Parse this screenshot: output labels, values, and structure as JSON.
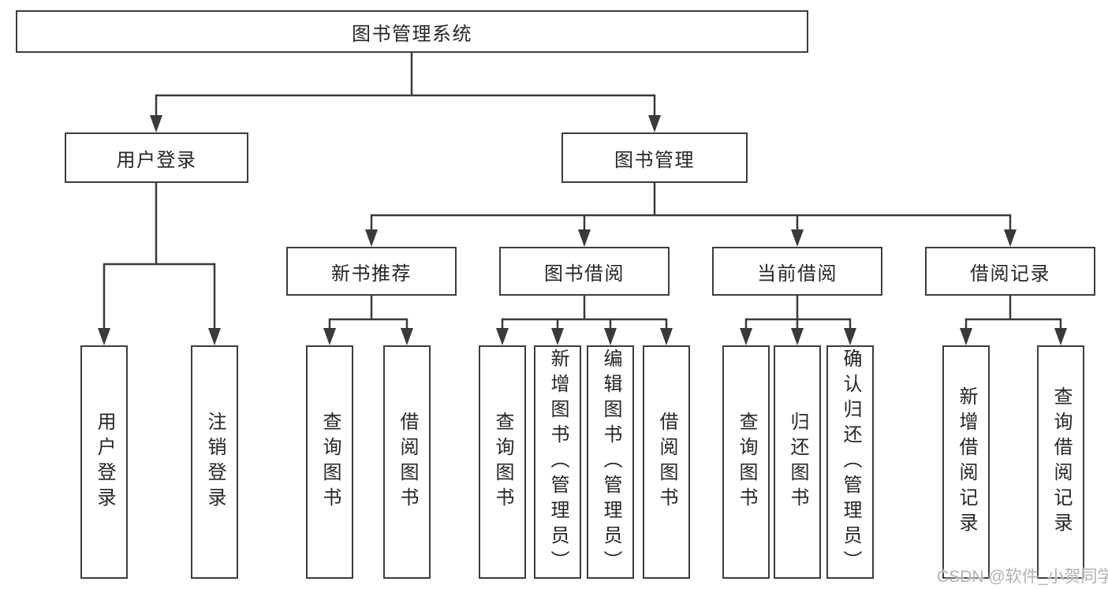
{
  "tree": {
    "root": {
      "label": "图书管理系统"
    },
    "user_login": {
      "label": "用户登录",
      "children": [
        {
          "label": "用户登录"
        },
        {
          "label": "注销登录"
        }
      ]
    },
    "book_mgmt": {
      "label": "图书管理",
      "sections": [
        {
          "label": "新书推荐",
          "children": [
            {
              "label": "查询图书"
            },
            {
              "label": "借阅图书"
            }
          ]
        },
        {
          "label": "图书借阅",
          "children": [
            {
              "label": "查询图书"
            },
            {
              "label": "新增图书（管理员）"
            },
            {
              "label": "编辑图书（管理员）"
            },
            {
              "label": "借阅图书"
            }
          ]
        },
        {
          "label": "当前借阅",
          "children": [
            {
              "label": "查询图书"
            },
            {
              "label": "归还图书"
            },
            {
              "label": "确认归还（管理员）"
            }
          ]
        },
        {
          "label": "借阅记录",
          "children": [
            {
              "label": "新增借阅记录"
            },
            {
              "label": "查询借阅记录"
            }
          ]
        }
      ]
    }
  },
  "watermark": {
    "text": "CSDN @软件_小贺同学"
  },
  "colors": {
    "line": "#3a3a3a",
    "box_border": "#3d3d3d",
    "text": "#262626",
    "watermark": "#b2b2b2",
    "background": "#ffffff"
  }
}
